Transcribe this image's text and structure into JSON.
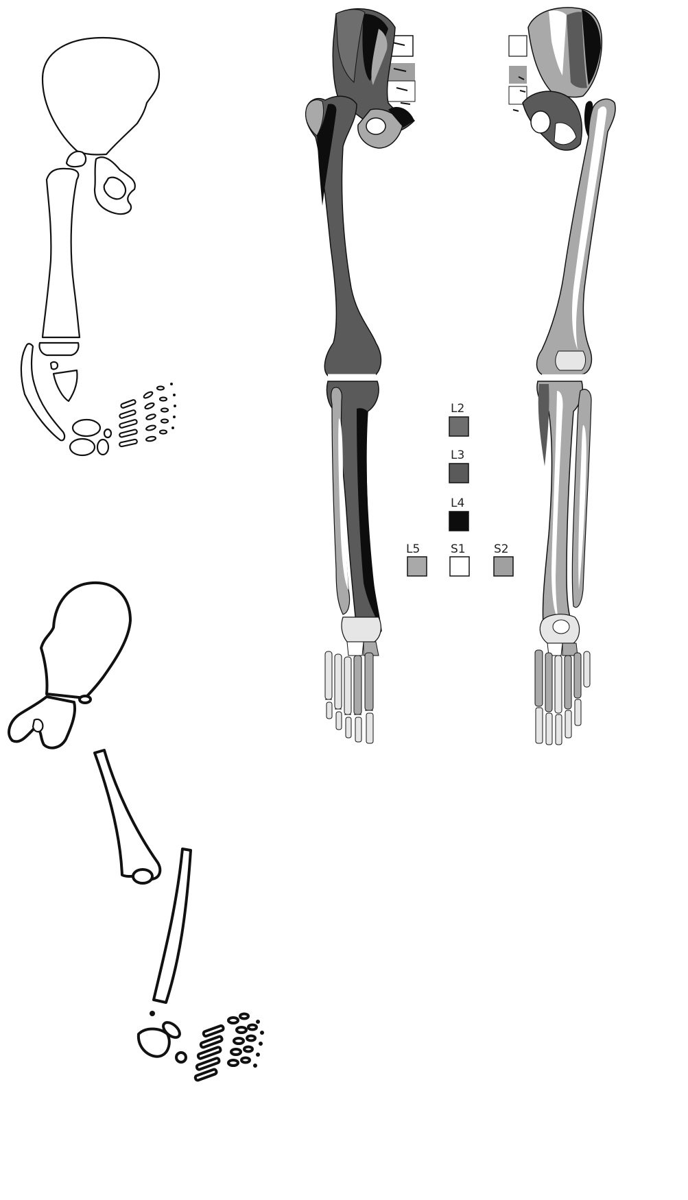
{
  "legend": {
    "items": [
      {
        "label": "L2",
        "color": "#6e6e6e"
      },
      {
        "label": "L3",
        "color": "#5a5a5a"
      },
      {
        "label": "L4",
        "color": "#0d0d0d"
      },
      {
        "label": "L5",
        "color": "#a9a9a9"
      },
      {
        "label": "S1",
        "color": "#ffffff"
      },
      {
        "label": "S2",
        "color": "#a0a0a0"
      }
    ]
  },
  "colors": {
    "outline": "#111111",
    "background": "#ffffff",
    "bone_light": "#e6e6e6"
  }
}
